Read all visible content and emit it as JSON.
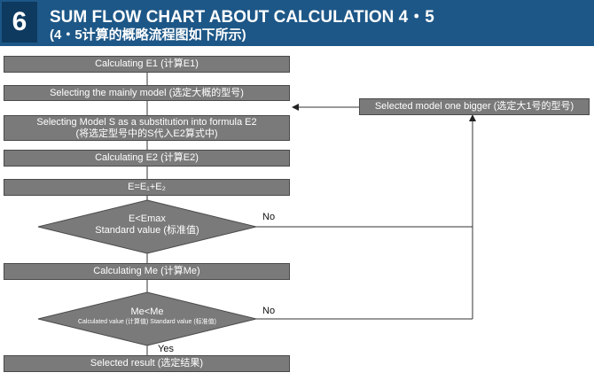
{
  "header": {
    "number": "6",
    "title": "SUM FLOW CHART ABOUT CALCULATION 4・5",
    "subtitle": "(4・5计算的概略流程图如下所示)"
  },
  "steps": {
    "calc_e1": "Calculating E1 (计算E1)",
    "select_model": "Selecting the mainly model (选定大概的型号)",
    "subst_line1": "Selecting Model S as a substitution into formula E2",
    "subst_line2": "(将选定型号中的S代入E2算式中)",
    "calc_e2": "Calculating E2 (计算E2)",
    "sum": "E=E₁+E₂",
    "calc_me": "Calculating Me (计算Me)",
    "result": "Selected result (选定结果)",
    "bigger": "Selected model one bigger (选定大1号的型号)"
  },
  "decisions": {
    "d1_line1": "E<Emax",
    "d1_line2": "Standard value (标准值)",
    "d2_line1": "Me<Me",
    "d2_line2": "Calculated value (计算值) Standard value (标准值)"
  },
  "labels": {
    "no1": "No",
    "no2": "No",
    "yes": "Yes"
  }
}
